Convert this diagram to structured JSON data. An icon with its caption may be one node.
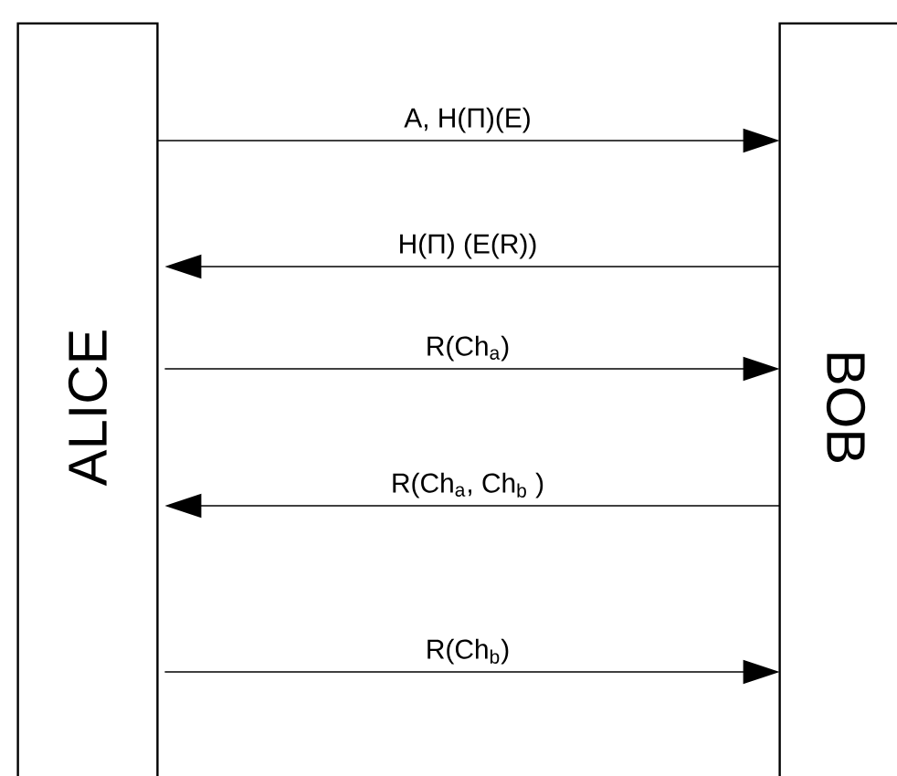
{
  "diagram": {
    "nodes": [
      {
        "text": [
          "ALICE"
        ]
      },
      {
        "text": [
          "BOB"
        ]
      }
    ],
    "edges": [
      {
        "from": 0,
        "to": 1,
        "arrow": "to",
        "label": "A, H(Π)(E)"
      },
      {
        "from": 1,
        "to": 0,
        "arrow": "to",
        "label": "H(Π) (E(R))"
      },
      {
        "from": 0,
        "to": 1,
        "arrow": "to",
        "label": "R(Ch$_{a}$)"
      },
      {
        "from": 1,
        "to": 0,
        "arrow": "to",
        "label": "R(Ch$_{a}$, Ch$_{b}$ )"
      },
      {
        "from": 0,
        "to": 1,
        "arrow": "to",
        "label": "R(Ch$_{b}$)"
      }
    ]
  }
}
